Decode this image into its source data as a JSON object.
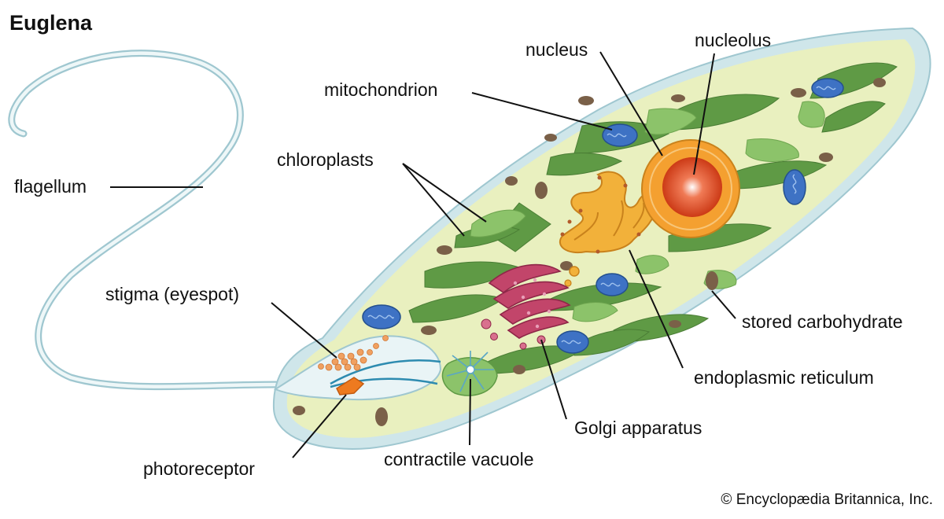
{
  "title": "Euglena",
  "credit": "© Encyclopædia Britannica, Inc.",
  "labels": {
    "nucleus": "nucleus",
    "nucleolus": "nucleolus",
    "mitochondrion": "mitochondrion",
    "chloroplasts": "chloroplasts",
    "flagellum": "flagellum",
    "stigma": "stigma (eyespot)",
    "stored_carbohydrate": "stored carbohydrate",
    "endoplasmic_reticulum": "endoplasmic reticulum",
    "golgi": "Golgi apparatus",
    "contractile_vacuole": "contractile vacuole",
    "photoreceptor": "photoreceptor"
  },
  "colors": {
    "cytoplasm": "#e9f0bf",
    "pellicle": "#cfe6ea",
    "chloroplast": "#5f9a45",
    "chloroplast_light": "#8cc36a",
    "mitochondrion": "#3e72c4",
    "nucleus": "#f4a030",
    "nucleolus": "#d8401c",
    "er": "#f2b13a",
    "golgi": "#c2456a",
    "photoreceptor": "#ee7a1f",
    "eyespot": "#f0a060",
    "carbohydrate": "#7a6048"
  }
}
